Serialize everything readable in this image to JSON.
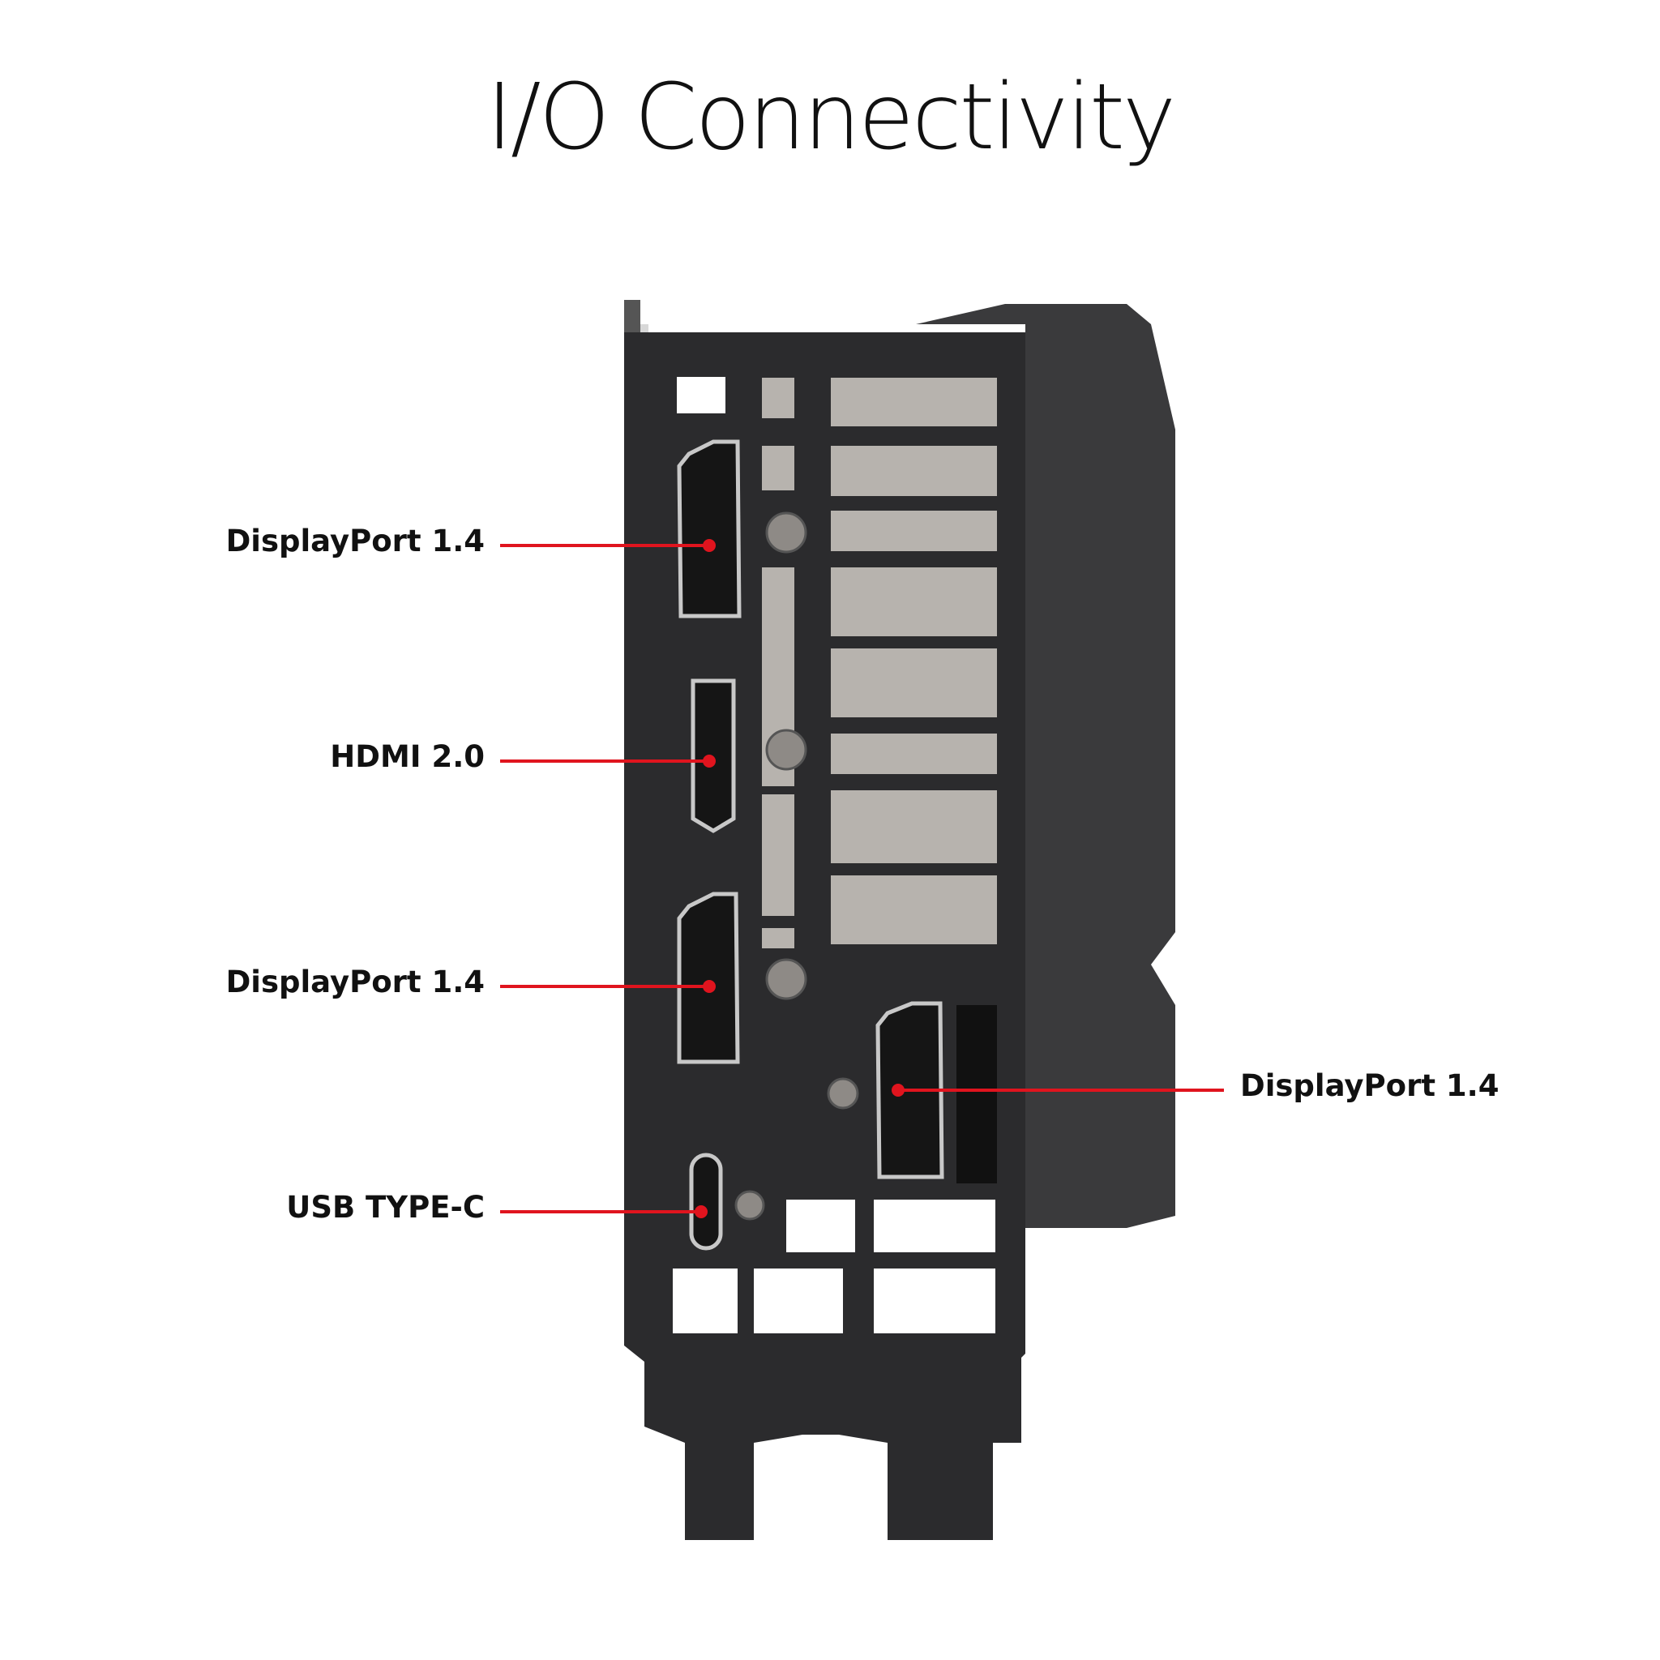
{
  "title": "I/O Connectivity",
  "ports": [
    {
      "label": "DisplayPort 1.4"
    },
    {
      "label": "HDMI 2.0"
    },
    {
      "label": "DisplayPort 1.4"
    },
    {
      "label": "USB TYPE-C"
    },
    {
      "label": "DisplayPort 1.4"
    }
  ],
  "colors": {
    "callout": "#e0141e",
    "bracket": "#2b2b2d",
    "heatsink": "#3a3a3c"
  }
}
